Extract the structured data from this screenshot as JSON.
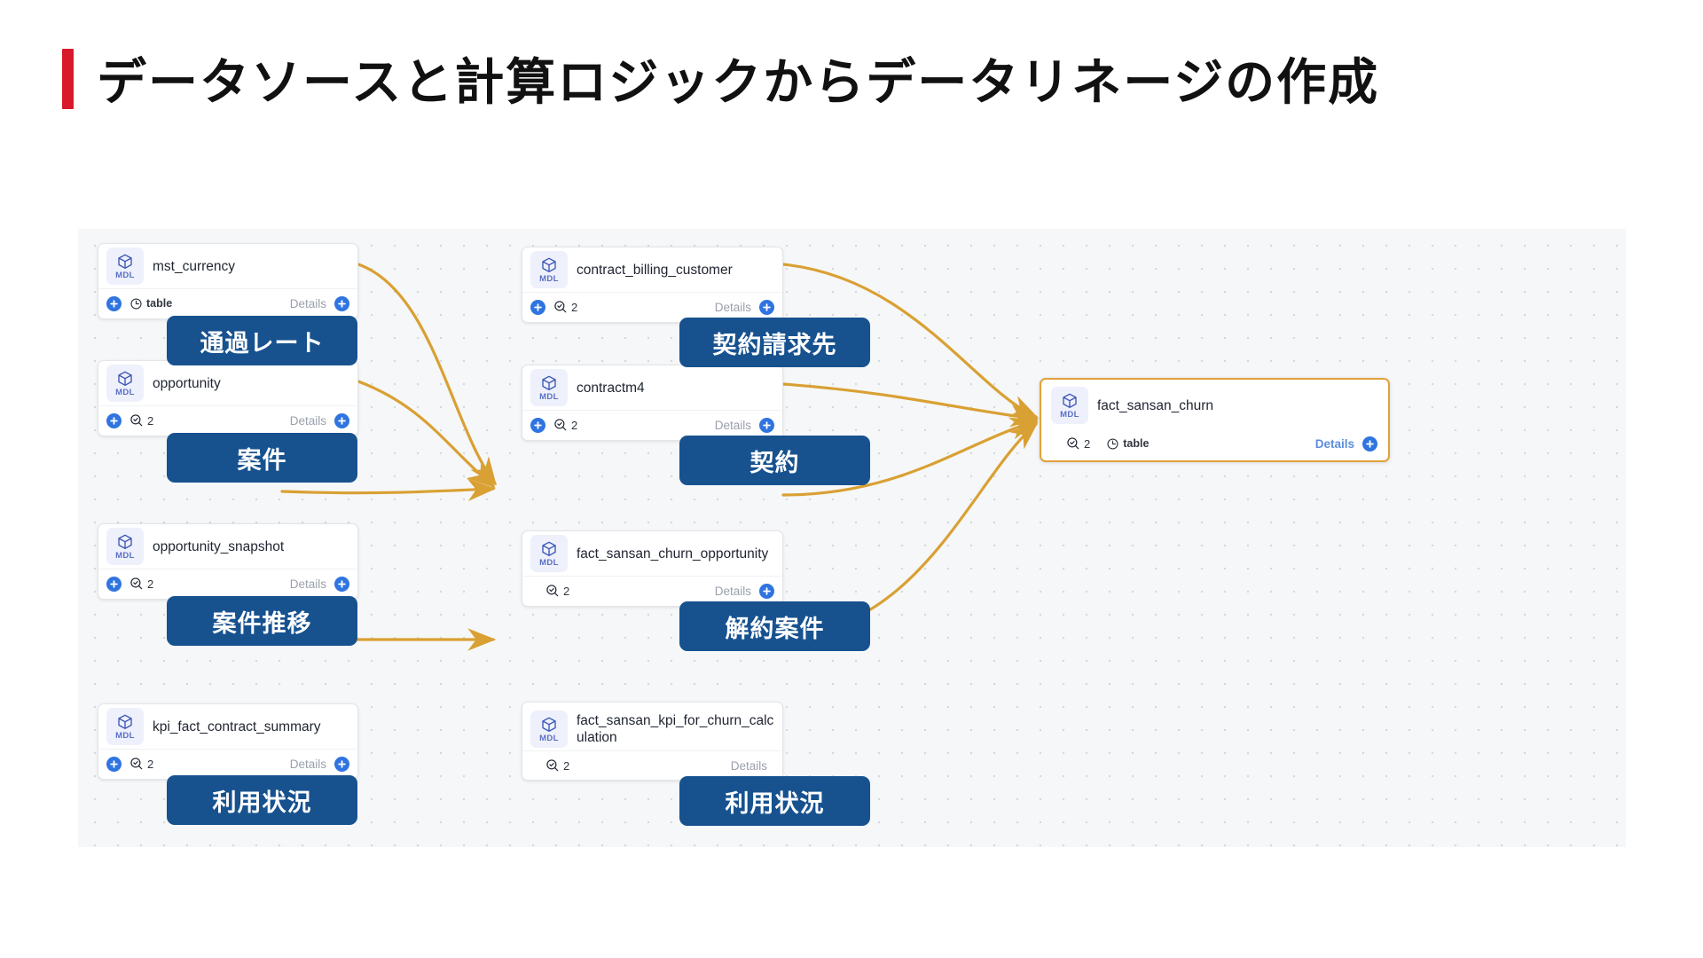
{
  "page": {
    "title": "データソースと計算ロジックからデータリネージの作成",
    "accent_bar_color": "#d8182b",
    "title_color": "#111111"
  },
  "canvas": {
    "background_color": "#f6f7f8",
    "dot_color": "#d5d8dd",
    "edge_color": "#d9a033"
  },
  "labels": {
    "details": "Details",
    "table": "table",
    "mdl": "MDL",
    "count": "2"
  },
  "nodes": [
    {
      "id": "mst_currency",
      "title": "mst_currency",
      "icon": "mdl-cube-icon",
      "metrics": {
        "count": "",
        "type_label": "table"
      },
      "has_left_plus": true,
      "has_right_plus": true,
      "details_label": "Details",
      "details_style": "gray",
      "badge": "通過レート"
    },
    {
      "id": "opportunity",
      "title": "opportunity",
      "icon": "mdl-cube-icon",
      "metrics": {
        "count": "2",
        "type_label": ""
      },
      "has_left_plus": true,
      "has_right_plus": true,
      "details_label": "Details",
      "details_style": "gray",
      "badge": "案件"
    },
    {
      "id": "opportunity_snapshot",
      "title": "opportunity_snapshot",
      "icon": "mdl-cube-icon",
      "metrics": {
        "count": "2",
        "type_label": ""
      },
      "has_left_plus": true,
      "has_right_plus": true,
      "details_label": "Details",
      "details_style": "gray",
      "badge": "案件推移"
    },
    {
      "id": "kpi_fact_contract_summary",
      "title": "kpi_fact_contract_summary",
      "icon": "mdl-cube-icon",
      "metrics": {
        "count": "2",
        "type_label": ""
      },
      "has_left_plus": true,
      "has_right_plus": true,
      "details_label": "Details",
      "details_style": "gray",
      "badge": "利用状況"
    },
    {
      "id": "contract_billing_customer",
      "title": "contract_billing_customer",
      "icon": "mdl-cube-icon",
      "metrics": {
        "count": "2",
        "type_label": ""
      },
      "has_left_plus": true,
      "has_right_plus": true,
      "details_label": "Details",
      "details_style": "gray",
      "badge": "契約請求先"
    },
    {
      "id": "contractm4",
      "title": "contractm4",
      "icon": "mdl-cube-icon",
      "metrics": {
        "count": "2",
        "type_label": ""
      },
      "has_left_plus": true,
      "has_right_plus": true,
      "details_label": "Details",
      "details_style": "gray",
      "badge": "契約"
    },
    {
      "id": "fact_sansan_churn_opportunity",
      "title": "fact_sansan_churn_opportunity",
      "icon": "mdl-cube-icon",
      "metrics": {
        "count": "2",
        "type_label": ""
      },
      "has_left_plus": false,
      "has_right_plus": true,
      "details_label": "Details",
      "details_style": "gray",
      "badge": "解約案件"
    },
    {
      "id": "fact_sansan_kpi_for_churn_calculation",
      "title": "fact_sansan_kpi_for_churn_calculation",
      "icon": "mdl-cube-icon",
      "metrics": {
        "count": "2",
        "type_label": ""
      },
      "has_left_plus": false,
      "has_right_plus": false,
      "details_label": "Details",
      "details_style": "gray",
      "badge": "利用状況"
    },
    {
      "id": "fact_sansan_churn",
      "title": "fact_sansan_churn",
      "icon": "mdl-cube-icon",
      "metrics": {
        "count": "2",
        "type_label": "table"
      },
      "has_left_plus": false,
      "has_right_plus": true,
      "details_label": "Details",
      "details_style": "blue",
      "badge": ""
    }
  ]
}
